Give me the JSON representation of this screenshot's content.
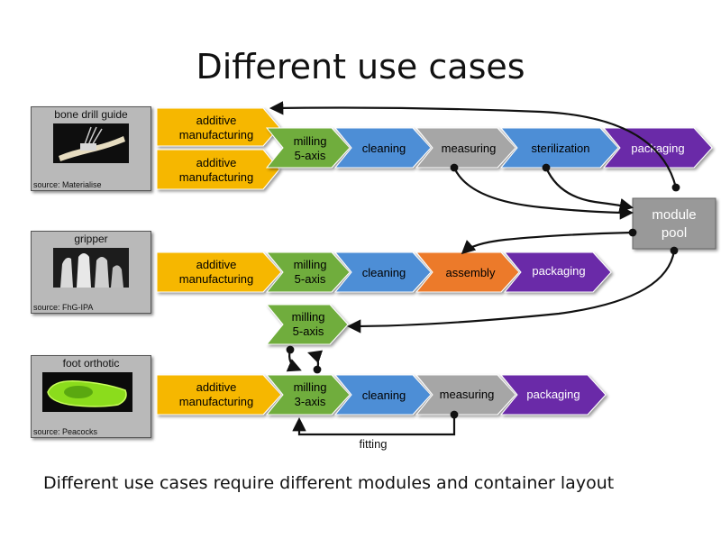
{
  "slide": {
    "title": "Different use cases",
    "caption": "Different use cases require different modules and container layout"
  },
  "use_cases": [
    {
      "name": "bone drill guide",
      "source": "source: Materialise"
    },
    {
      "name": "gripper",
      "source": "source: FhG-IPA"
    },
    {
      "name": "foot orthotic",
      "source": "source: Peacocks"
    }
  ],
  "colors": {
    "additive": "#f6b700",
    "milling": "#6fad3c",
    "cleaning": "#4e8ed6",
    "measuring": "#a6a6a6",
    "sterilization": "#4e8ed6",
    "assembly": "#ec7a2c",
    "packaging": "#6a2aa8",
    "pool": "#999999"
  },
  "modules": {
    "row1": [
      {
        "label": "additive manufacturing",
        "kind": "additive"
      },
      {
        "label": "additive manufacturing",
        "kind": "additive"
      },
      {
        "label": "milling 5-axis",
        "kind": "milling"
      },
      {
        "label": "cleaning",
        "kind": "cleaning"
      },
      {
        "label": "measuring",
        "kind": "measuring"
      },
      {
        "label": "sterilization",
        "kind": "sterilization"
      },
      {
        "label": "packaging",
        "kind": "packaging"
      }
    ],
    "row2": [
      {
        "label": "additive manufacturing",
        "kind": "additive"
      },
      {
        "label": "milling 5-axis",
        "kind": "milling"
      },
      {
        "label": "cleaning",
        "kind": "cleaning"
      },
      {
        "label": "assembly",
        "kind": "assembly"
      },
      {
        "label": "packaging",
        "kind": "packaging"
      }
    ],
    "swap_milling": {
      "label": "milling 5-axis",
      "kind": "milling"
    },
    "row3": [
      {
        "label": "additive manufacturing",
        "kind": "additive"
      },
      {
        "label": "milling 3-axis",
        "kind": "milling"
      },
      {
        "label": "cleaning",
        "kind": "cleaning"
      },
      {
        "label": "measuring",
        "kind": "measuring"
      },
      {
        "label": "packaging",
        "kind": "packaging"
      }
    ]
  },
  "module_pool": {
    "label": "module pool"
  },
  "fitting_label": "fitting"
}
